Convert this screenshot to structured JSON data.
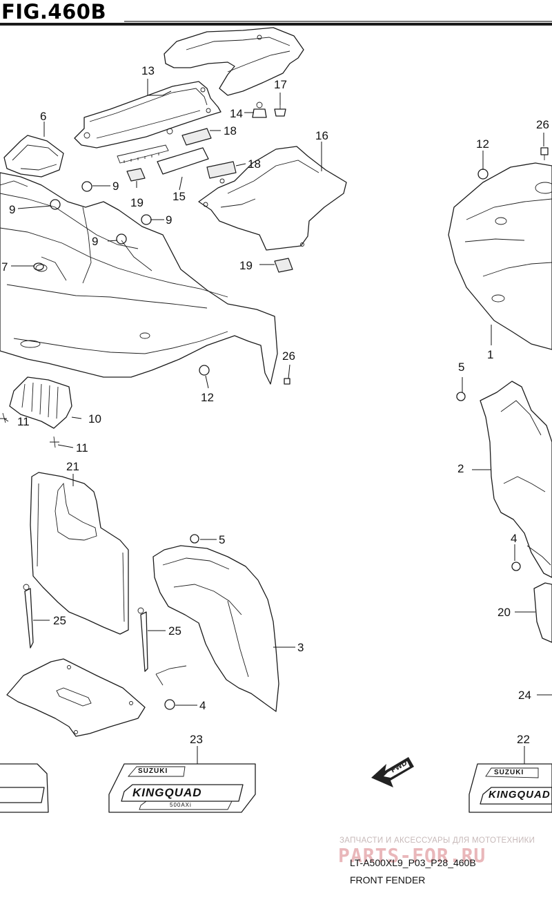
{
  "figure": {
    "title": "FIG.460B"
  },
  "callouts": [
    {
      "id": "c13",
      "label": "13"
    },
    {
      "id": "c17",
      "label": "17"
    },
    {
      "id": "c14",
      "label": "14"
    },
    {
      "id": "c6",
      "label": "6"
    },
    {
      "id": "c18a",
      "label": "18"
    },
    {
      "id": "c16",
      "label": "16"
    },
    {
      "id": "c26a",
      "label": "26"
    },
    {
      "id": "c12a",
      "label": "12"
    },
    {
      "id": "c18b",
      "label": "18"
    },
    {
      "id": "c9a",
      "label": "9"
    },
    {
      "id": "c9b",
      "label": "9"
    },
    {
      "id": "c9c",
      "label": "9"
    },
    {
      "id": "c9d",
      "label": "9"
    },
    {
      "id": "c19a",
      "label": "19"
    },
    {
      "id": "c15",
      "label": "15"
    },
    {
      "id": "c19b",
      "label": "19"
    },
    {
      "id": "c7",
      "label": "7"
    },
    {
      "id": "c1",
      "label": "1"
    },
    {
      "id": "c26b",
      "label": "26"
    },
    {
      "id": "c5a",
      "label": "5"
    },
    {
      "id": "c12b",
      "label": "12"
    },
    {
      "id": "c11a",
      "label": "11"
    },
    {
      "id": "c10",
      "label": "10"
    },
    {
      "id": "c11b",
      "label": "11"
    },
    {
      "id": "c2",
      "label": "2"
    },
    {
      "id": "c21",
      "label": "21"
    },
    {
      "id": "c5b",
      "label": "5"
    },
    {
      "id": "c4a",
      "label": "4"
    },
    {
      "id": "c20",
      "label": "20"
    },
    {
      "id": "c25a",
      "label": "25"
    },
    {
      "id": "c25b",
      "label": "25"
    },
    {
      "id": "c3",
      "label": "3"
    },
    {
      "id": "c24",
      "label": "24"
    },
    {
      "id": "c4b",
      "label": "4"
    },
    {
      "id": "c23",
      "label": "23"
    },
    {
      "id": "c22",
      "label": "22"
    }
  ],
  "decals": {
    "brand": "SUZUKI",
    "model": "KINGQUAD",
    "sub": "500AXi"
  },
  "fwd_label": "FWD",
  "footer": {
    "watermark_small": "ЗАПЧАСТИ И АКСЕССУАРЫ ДЛЯ МОТОТЕХНИКИ",
    "watermark_big": "PARTS-FOR.RU",
    "code": "LT-A500XL9_P03_P28_460B",
    "caption": "FRONT FENDER"
  }
}
